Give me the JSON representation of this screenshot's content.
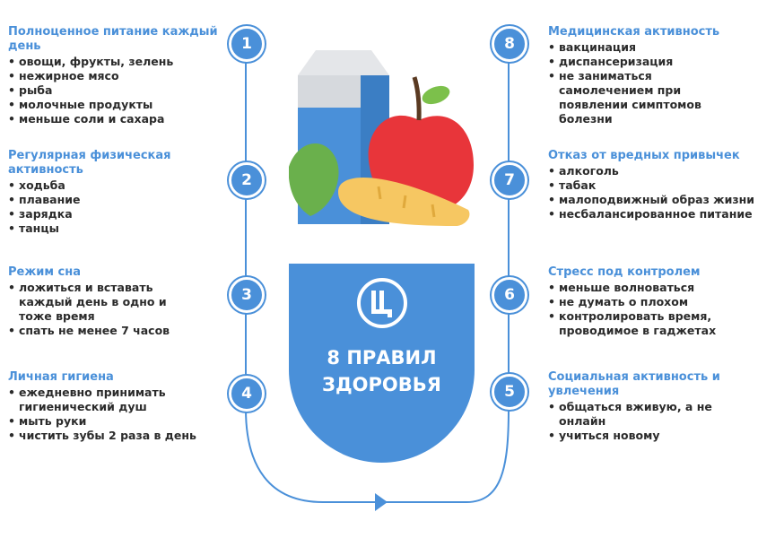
{
  "center": {
    "title_line1": "8 ПРАВИЛ",
    "title_line2": "ЗДОРОВЬЯ"
  },
  "rules": [
    {
      "number": "1",
      "title": "Полноценное питание каждый день",
      "items": [
        "овощи, фрукты, зелень",
        "нежирное мясо",
        "рыба",
        "молочные продукты",
        "меньше соли и сахара"
      ]
    },
    {
      "number": "2",
      "title": "Регулярная физическая активность",
      "items": [
        "ходьба",
        "плавание",
        "зарядка",
        "танцы"
      ]
    },
    {
      "number": "3",
      "title": "Режим сна",
      "items": [
        "ложиться и вставать каждый день в одно и тоже время",
        "спать не менее 7 часов"
      ]
    },
    {
      "number": "4",
      "title": "Личная гигиена",
      "items": [
        "ежедневно принимать гигиенический душ",
        "мыть руки",
        "чистить зубы 2 раза в день"
      ]
    },
    {
      "number": "5",
      "title": "Социальная активность и увлечения",
      "items": [
        "общаться вживую, а не онлайн",
        "учиться новому"
      ]
    },
    {
      "number": "6",
      "title": "Стресс под контролем",
      "items": [
        "меньше волноваться",
        "не думать о плохом",
        "контролировать время, проводимое в гаджетах"
      ]
    },
    {
      "number": "7",
      "title": "Отказ от вредных привычек",
      "items": [
        "алкоголь",
        "табак",
        "малоподвижный образ жизни",
        "несбалансированное питание"
      ]
    },
    {
      "number": "8",
      "title": "Медицинская активность",
      "items": [
        "вакцинация",
        "диспансеризация",
        "не заниматься самолечением при появлении симптомов болезни"
      ]
    }
  ],
  "colors": {
    "accent": "#4a90d9",
    "text": "#2b2b2b"
  },
  "icons": {
    "illustration": "food-illustration",
    "logo": "logo-icon"
  }
}
